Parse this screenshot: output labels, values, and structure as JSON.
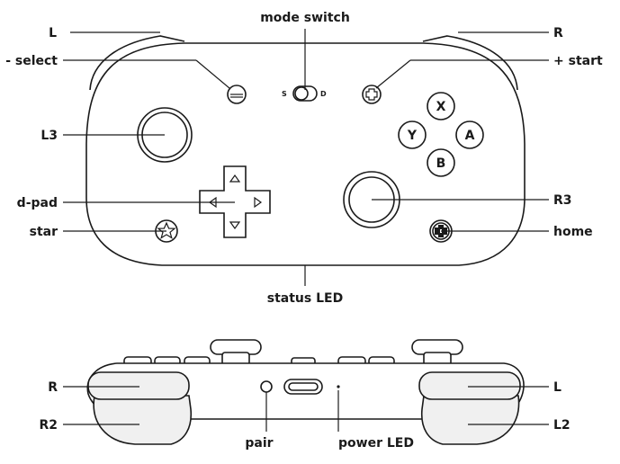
{
  "labels": {
    "mode_switch": "mode switch",
    "l": "L",
    "r": "R",
    "select": "- select",
    "start": "+ start",
    "l3": "L3",
    "r3": "R3",
    "dpad": "d-pad",
    "star": "star",
    "home": "home",
    "status_led": "status LED",
    "r_bottom": "R",
    "l_bottom": "L",
    "r2": "R2",
    "l2": "L2",
    "pair": "pair",
    "power_led": "power LED"
  },
  "switch": {
    "s": "S",
    "d": "D"
  },
  "face_buttons": {
    "x": "X",
    "y": "Y",
    "a": "A",
    "b": "B"
  },
  "colors": {
    "ink": "#1a1a1a",
    "background": "#ffffff",
    "trigger_fill": "#f0f0f0"
  },
  "icons": [
    "star-icon",
    "home-icon",
    "select-minus-icon",
    "start-plus-icon",
    "usb-c-port-icon"
  ]
}
